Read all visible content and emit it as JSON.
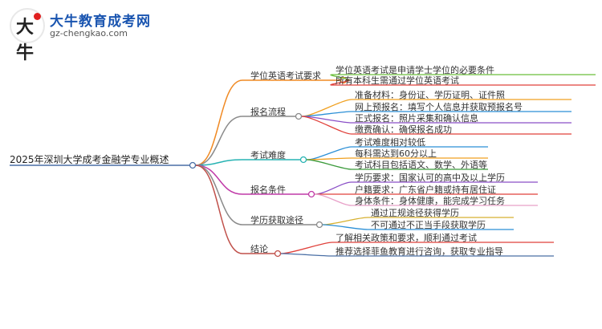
{
  "brand": {
    "logo_text": "大牛",
    "title": "大牛教育成考网",
    "url": "gz-chengkao.com"
  },
  "root": {
    "label": "2025年深圳大学成考金融学专业概述",
    "color": "#4a6fa5"
  },
  "branches": [
    {
      "label": "学位英语考试要求",
      "color": "#f08a24",
      "children": [
        {
          "label": "学位英语考试是申请学士学位的必要条件",
          "color": "#6bbf3a"
        },
        {
          "label": "所有本科生需通过学位英语考试",
          "color": "#e0403a"
        }
      ]
    },
    {
      "label": "报名流程",
      "color": "#8a8a8a",
      "children": [
        {
          "label": "准备材料：身份证、学历证明、证件照",
          "color": "#f0a020"
        },
        {
          "label": "网上预报名：填写个人信息并获取预报名号",
          "color": "#2b8fd6"
        },
        {
          "label": "正式报名：照片采集和确认信息",
          "color": "#8a4fc7"
        },
        {
          "label": "缴费确认：确保报名成功",
          "color": "#e0403a"
        }
      ]
    },
    {
      "label": "考试难度",
      "color": "#27b3b3",
      "children": [
        {
          "label": "考试难度相对较低",
          "color": "#2b8fd6"
        },
        {
          "label": "每科需达到60分以上",
          "color": "#f0a020"
        },
        {
          "label": "考试科目包括语文、数学、外语等",
          "color": "#3a9a3a"
        }
      ]
    },
    {
      "label": "报名条件",
      "color": "#c03aa8",
      "children": [
        {
          "label": "学历要求：国家认可的高中及以上学历",
          "color": "#8a4fc7"
        },
        {
          "label": "户籍要求：广东省户籍或持有居住证",
          "color": "#e0403a"
        },
        {
          "label": "身体条件：身体健康，能完成学习任务",
          "color": "#e8a0c8"
        }
      ]
    },
    {
      "label": "学历获取途径",
      "color": "#8a8a8a",
      "children": [
        {
          "label": "通过正规途径获得学历",
          "color": "#d6b030"
        },
        {
          "label": "不可通过不正当手段获取学历",
          "color": "#2b8fd6"
        }
      ]
    },
    {
      "label": "结论",
      "color": "#c0504a",
      "children": [
        {
          "label": "了解相关政策和要求，顺利通过考试",
          "color": "#e0403a"
        },
        {
          "label": "推荐选择菲鱼教育进行咨询，获取专业指导",
          "color": "#4a6fa5"
        }
      ]
    }
  ]
}
